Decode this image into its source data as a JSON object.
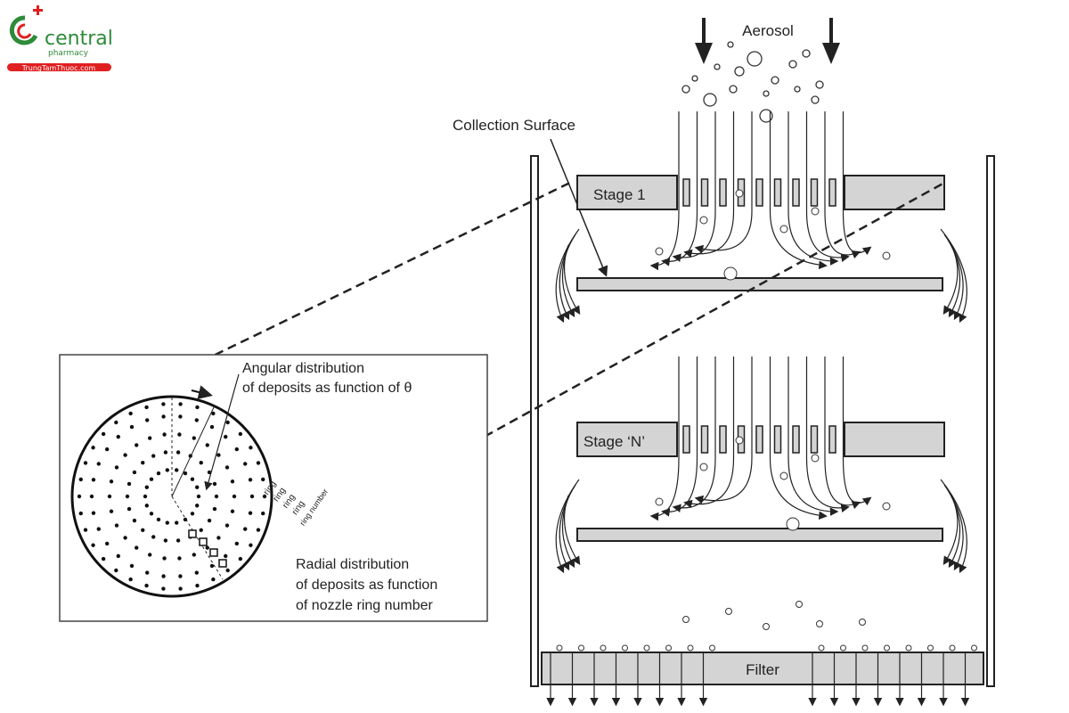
{
  "logo": {
    "brand": "central",
    "sub": "pharmacy",
    "site": "TrungTamThuoc.com",
    "colors": {
      "green": "#2e8b3a",
      "red": "#e02020"
    }
  },
  "labels": {
    "aerosol": "Aerosol",
    "collection_surface": "Collection Surface",
    "stage1": "Stage 1",
    "stageN": "Stage ‘N’",
    "filter": "Filter",
    "angular_1": "Angular distribution",
    "angular_2": "of deposits as function of θ",
    "radial_1": "Radial distribution",
    "radial_2": "of deposits as function",
    "radial_3": "of nozzle ring number",
    "ring": "ring",
    "ring_number": "ring number"
  },
  "colors": {
    "plate": "#d4d4d4",
    "line": "#222222"
  }
}
